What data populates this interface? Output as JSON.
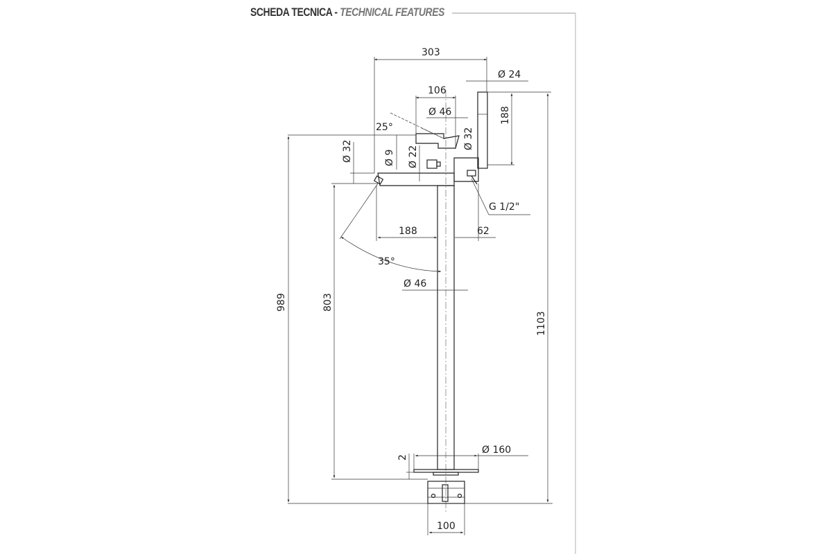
{
  "header": {
    "title_it": "SCHEDA TECNICA",
    "separator": "-",
    "title_en": "TECHNICAL FEATURES"
  },
  "dimensions": {
    "overall_width": "303",
    "handle_diameter": "Ø 24",
    "lever_width": "106",
    "handle_height": "188",
    "body_diameter_top": "Ø 46",
    "lever_angle": "25°",
    "body_diameter_32": "Ø 32",
    "spout_diameter": "Ø 32",
    "aerator_diameter": "Ø 9",
    "outlet_diameter": "Ø 22",
    "connection": "G 1/2\"",
    "spout_reach": "188",
    "offset": "62",
    "swivel_angle": "35°",
    "column_diameter": "Ø 46",
    "spout_height": "803",
    "total_height_spout": "989",
    "total_height": "1103",
    "base_thickness": "2",
    "base_diameter": "Ø 160",
    "box_width": "100"
  }
}
